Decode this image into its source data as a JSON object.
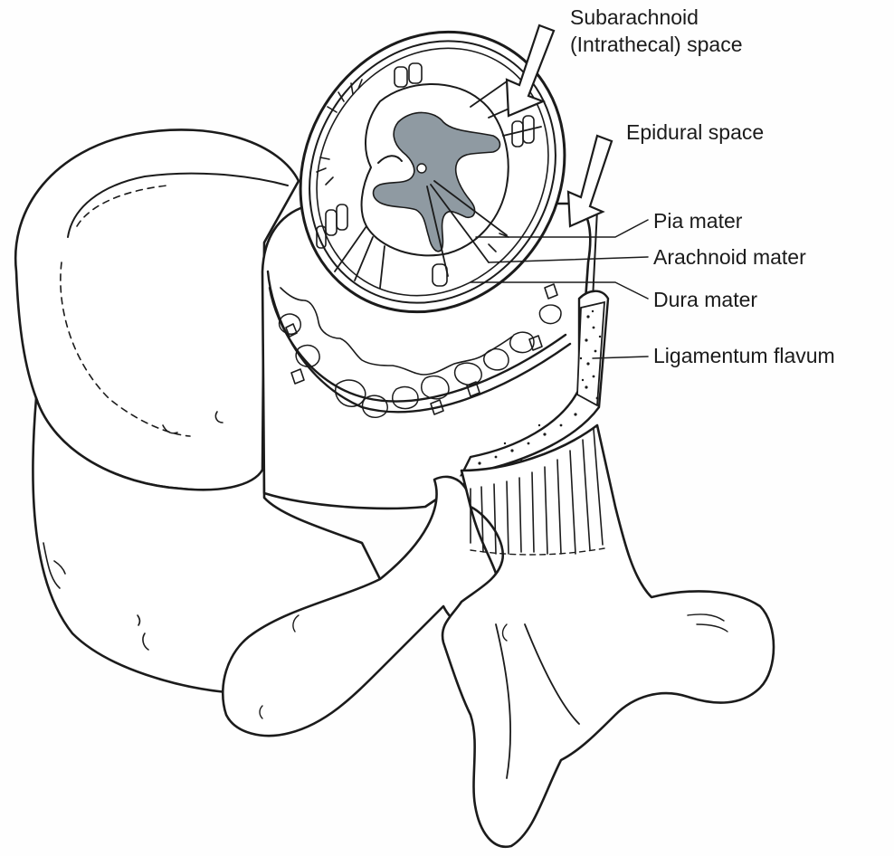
{
  "labels": {
    "subarachnoid_line1": "Subarachnoid",
    "subarachnoid_line2": "(Intrathecal) space",
    "epidural": "Epidural space",
    "pia": "Pia mater",
    "arachnoid": "Arachnoid mater",
    "dura": "Dura mater",
    "ligamentum": "Ligamentum flavum"
  },
  "colors": {
    "ink": "#1b1b1b",
    "gray_matter": "#8f9aa2",
    "paper": "#fefefe"
  }
}
